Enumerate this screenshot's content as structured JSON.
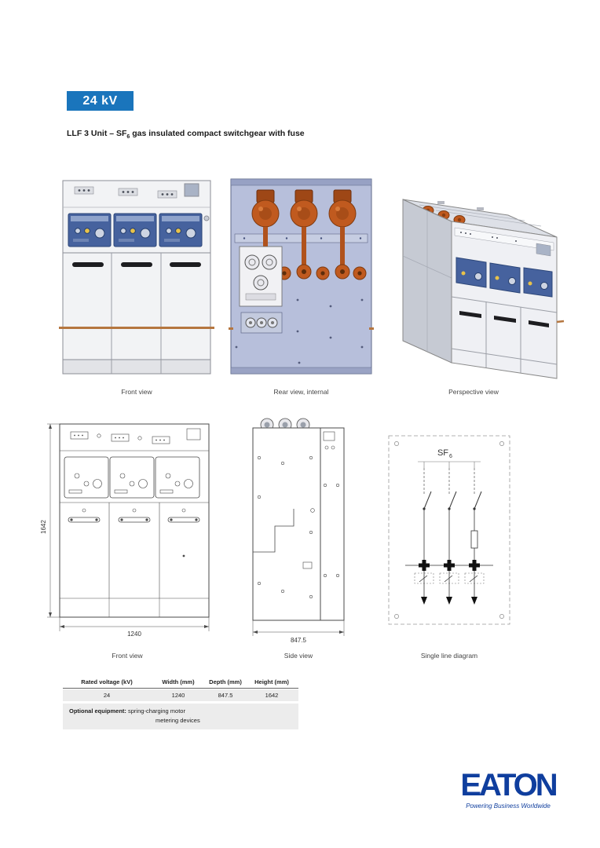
{
  "page": {
    "badge": "24 kV",
    "title": {
      "prefix": "LLF 3 Unit – SF",
      "subscript": "6",
      "suffix": " gas insulated compact switchgear with fuse"
    }
  },
  "product_views": {
    "front": {
      "caption": "Front view"
    },
    "rear": {
      "caption": "Rear view, internal"
    },
    "perspective": {
      "caption": "Perspective view"
    }
  },
  "drawings": {
    "front": {
      "caption": "Front view",
      "height_mm": "1642",
      "width_mm": "1240"
    },
    "side": {
      "caption": "Side view",
      "depth_mm": "847.5"
    },
    "single_line": {
      "caption": "Single line diagram",
      "gas_label": "SF",
      "gas_label_subscript": "6"
    }
  },
  "spec_table": {
    "headers": [
      "Rated voltage (kV)",
      "Width (mm)",
      "Depth (mm)",
      "Height (mm)"
    ],
    "values": [
      "24",
      "1240",
      "847.5",
      "1642"
    ],
    "optional": {
      "label": "Optional equipment:",
      "items": [
        "spring-charging motor",
        "metering devices"
      ]
    }
  },
  "footer": {
    "logo_text": "EATON",
    "tagline": "Powering Business Worldwide"
  },
  "colors": {
    "badge_blue": "#1a75bc",
    "eaton_blue": "#0f3e9e",
    "panel_blue": "#46629e",
    "rear_lavender": "#b7bfdb",
    "copper_orange": "#b5763f",
    "bushing_orange": "#c05a1f"
  }
}
